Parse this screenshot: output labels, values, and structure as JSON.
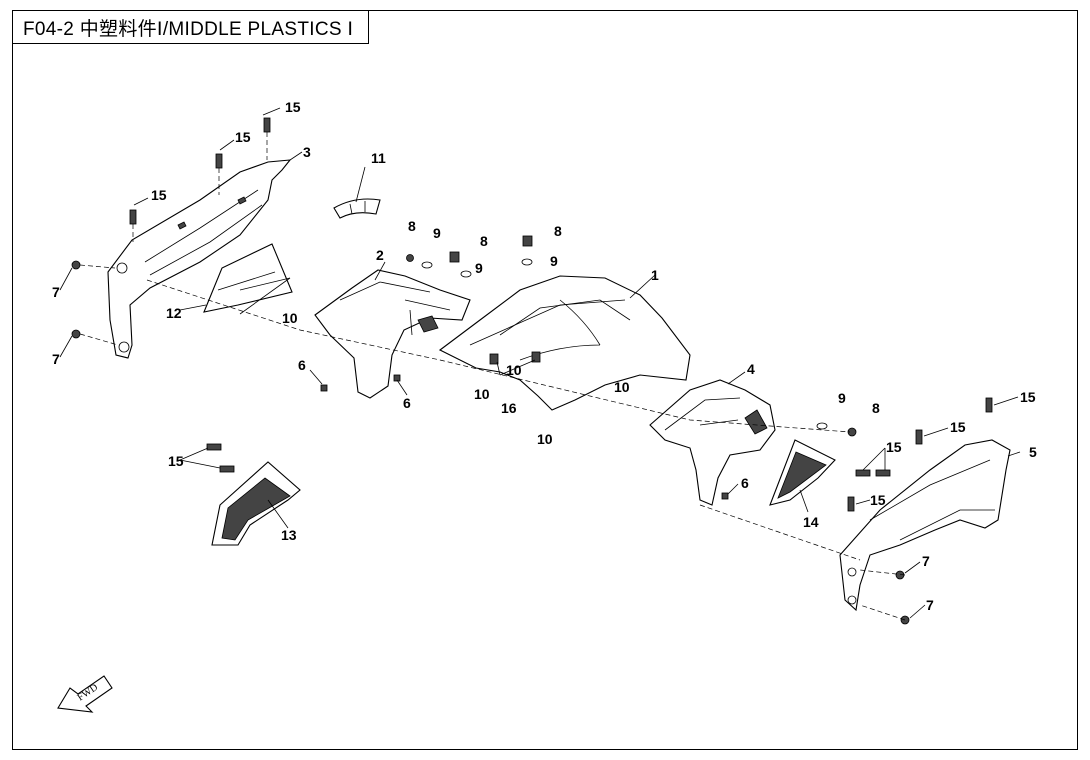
{
  "title": "F04-2 中塑料件Ⅰ/MIDDLE PLASTICS Ⅰ",
  "fwd_label": "FWD",
  "callouts": {
    "c1": "1",
    "c2": "2",
    "c3": "3",
    "c4": "4",
    "c5": "5",
    "c6": "6",
    "c7": "7",
    "c8": "8",
    "c9": "9",
    "c10": "10",
    "c11": "11",
    "c12": "12",
    "c13": "13",
    "c14": "14",
    "c15": "15",
    "c16": "16"
  }
}
